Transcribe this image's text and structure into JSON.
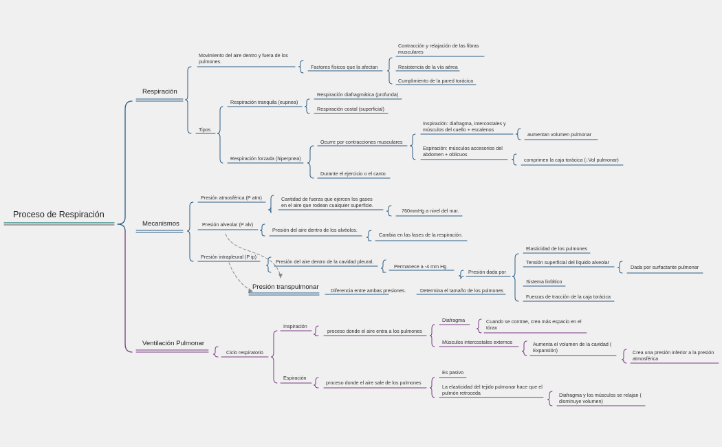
{
  "root": "Proceso de Respiración",
  "colors": {
    "blue": "#2a5c84",
    "purple": "#7a3a82",
    "teal": "#1d7f78",
    "gray": "#8a8a8a"
  },
  "respiracion": {
    "title": "Respiración",
    "movimiento": "Movimiento del aire dentro y fuera de los pulmones.",
    "factores": "Factores físicos que la afectan",
    "factor_items": [
      "Contracción y relajación de las fibras musculares",
      "Resistencia de la vía aérea",
      "Cumplimiento de la pared torácica"
    ],
    "tipos": "Tipos",
    "tranquila": "Respiración tranquila (eupnea)",
    "tranquila_items": [
      "Respiración diafragmática (profunda)",
      "Respiración costal (superficial)"
    ],
    "forzada": "Respiración forzada (hiperpnea)",
    "ocurre": "Ocurre por contracciones musculares",
    "inspiracion_musc": "Inspiración: diafragma, intercostales y músculos del cuello + escalenos",
    "aumentan": "aumentan volumen pulmonar",
    "espiracion_musc": "Espiración: músculos accesorios del abdomen + oblicuos",
    "comprimen": "comprimen la caja torácica (↓Vol pulmonar)",
    "durante": "Durante el ejercicio o el canto"
  },
  "mecanismos": {
    "title": "Mecanismos",
    "patm": "Presión atmosférica (P atm)",
    "patm_def": "Cantidad de fuerza que ejercen los gases en el aire que rodean cualquier superficie.",
    "patm_val": "760mmHg a nivel del mar.",
    "palv": "Presión alveolar (P alv)",
    "palv_def": "Presión del aire dentro de los alvéolos.",
    "palv_cambia": "Cambia en las  fases de la respiración.",
    "pip": "Presión intrapleural (P ip)",
    "pip_def": "Presión del aire dentro de la cavidad pleural.",
    "pip_val": "Permanece a -4 mm Hg",
    "pip_dada": "Presión dada por",
    "pip_items": [
      "Elasticidad de los pulmones",
      "Tensión superficial del líquido alveolar",
      "Sistema linfático",
      "Fuerzas de tracción de la caja torácica"
    ],
    "surfactante": "Dada por surfactante pulmonar",
    "transp": "Presión transpulmonar",
    "transp_def": "Diferencia entre ambas presiones.",
    "transp_det": "Determina el tamaño de los pulmones"
  },
  "ventilacion": {
    "title": "Ventilación Pulmonar",
    "ciclo": "Ciclo respiratorio",
    "insp": "Inspiración",
    "insp_def": "proceso donde el aire entra a los pulmones",
    "diafragma": "Diafragma",
    "diafragma_det": "Cuando se contrae, crea más espacio en el tórax",
    "musculos": "Músculos intercostales externos",
    "aumenta": "Aumenta el volumen de la cavidad ( Expansión)",
    "crea": "Crea una presión inferior a la presión atmosférica",
    "esp": "Espiración",
    "esp_def": "proceso donde el aire sale de los pulmones",
    "pasivo": "Es pasivo",
    "elasticidad": "La elasticidad del tejido pulmonar hace que el pulmón retroceda",
    "relajan": "Diafragma y los músculos se relajan ( disminuye volumen)"
  }
}
